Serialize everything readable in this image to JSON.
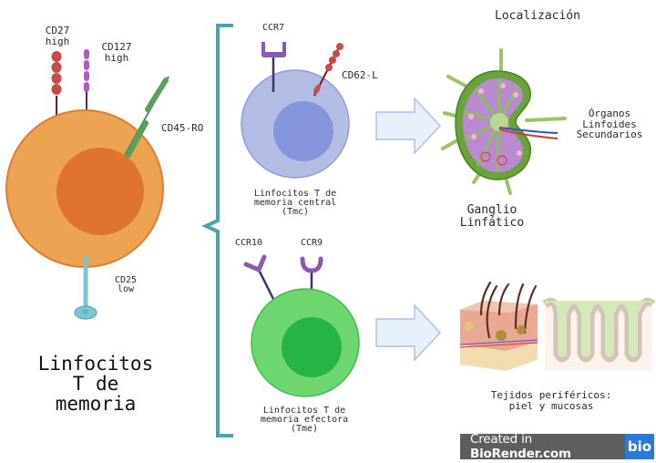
{
  "memory_cell": {
    "title": "Linfocitos\nT de\nmemoria",
    "markers": {
      "cd27": "CD27\nhigh",
      "cd127": "CD127\nhigh",
      "cd45ro": "CD45-RO",
      "cd25": "CD25\nlow"
    },
    "colors": {
      "membrane": "#eca453",
      "nucleus": "#e0742f",
      "outline": "#e07b2f"
    }
  },
  "central_memory": {
    "caption": "Linfocitos T de\nmemoria central\n(Tmc)",
    "markers": {
      "ccr7": "CCR7",
      "cd62l": "CD62-L"
    },
    "colors": {
      "membrane": "#b3bde3",
      "nucleus": "#8595dc"
    }
  },
  "effector_memory": {
    "caption": "Linfocitos T de\nmemoria efectora\n(Tme)",
    "markers": {
      "ccr10": "CCR10",
      "ccr9": "CCR9"
    },
    "colors": {
      "membrane": "#6ed66e",
      "nucleus": "#27b346"
    }
  },
  "localization": {
    "heading": "Localización",
    "lymph_node_label": "Ganglio\nLinfático",
    "secondary_organs_label": "Órganos\nLinfoides\nSecundarios",
    "peripheral_label": "Tejidos periféricos:\npiel y mucosas"
  },
  "bracket_color": "#4aa3aa",
  "arrow_color": "#e8f0fc",
  "attribution": {
    "prefix": "Created in ",
    "brand": "BioRender.com",
    "logo": "bio"
  }
}
